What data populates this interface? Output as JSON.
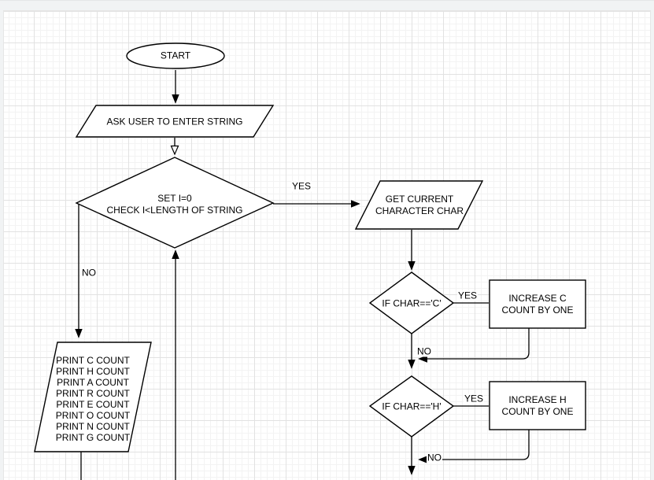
{
  "diagram": {
    "nodes": {
      "start": {
        "label": "START"
      },
      "ask_input": {
        "label": "ASK USER TO ENTER STRING"
      },
      "loop_check": {
        "line1": "SET I=0",
        "line2": "CHECK I<LENGTH OF STRING"
      },
      "get_char": {
        "line1": "GET CURRENT",
        "line2": "CHARACTER CHAR"
      },
      "if_c": {
        "label": "IF CHAR=='C'"
      },
      "inc_c": {
        "line1": "INCREASE C",
        "line2": "COUNT BY ONE"
      },
      "if_h": {
        "label": "IF CHAR=='H'"
      },
      "inc_h": {
        "line1": "INCREASE H",
        "line2": "COUNT BY ONE"
      },
      "print_counts": {
        "lines": [
          "PRINT C COUNT",
          "PRINT H COUNT",
          "PRINT A COUNT",
          "PRINT R COUNT",
          "PRINT E COUNT",
          "PRINT O COUNT",
          "PRINT N COUNT",
          "PRINT G COUNT"
        ]
      }
    },
    "edge_labels": {
      "loop_yes": "YES",
      "loop_no": "NO",
      "c_yes": "YES",
      "c_no": "NO",
      "h_yes": "YES",
      "h_no": "NO"
    },
    "colors": {
      "shape_stroke": "#000000",
      "shape_fill": "#ffffff",
      "text": "#000000",
      "grid_minor": "#f3f3f3",
      "grid_major": "#e2e2e2",
      "canvas_outside": "#f1f3f4"
    }
  }
}
